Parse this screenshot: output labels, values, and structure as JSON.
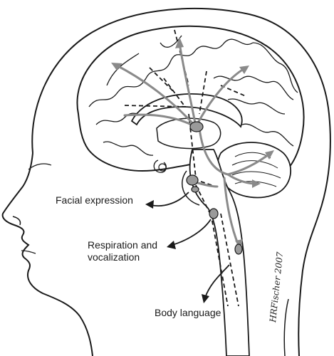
{
  "labels": {
    "facial": "Facial expression",
    "respiration_line1": "Respiration and",
    "respiration_line2": "vocalization",
    "body": "Body language"
  },
  "signature": "HRFischer 2007",
  "colors": {
    "ink": "#1a1a1a",
    "pathway_gray": "#8a8a8a",
    "nucleus_gray": "#9a9a9a"
  }
}
